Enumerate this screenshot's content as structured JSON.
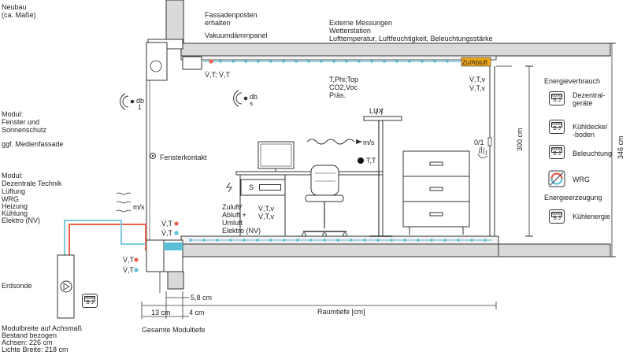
{
  "header": {
    "neubau": "Neubau",
    "neubau_sub": "(ca. Maße)",
    "fassadenposten_1": "Fassadenposten",
    "fassadenposten_2": "erhalten",
    "vakuum": "Vakuumdämmpanel",
    "externe_1": "Externe Messungen",
    "externe_2": "Wetterstation",
    "externe_3": "Lufttemperatur, Luftfeuchtigkeit, Beleuchtungsstärke"
  },
  "left": {
    "modul_fenster_1": "Modul:",
    "modul_fenster_2": "Fenster und",
    "modul_fenster_3": "Sonnenschutz",
    "medienfassade": "ggf. Medienfassade",
    "modul_tech_1": "Modul:",
    "modul_tech_2": "Dezentrale Technik",
    "modul_tech_3": "Lüftung",
    "modul_tech_4": "WRG",
    "modul_tech_5": "Heizung",
    "modul_tech_6": "Kühlung",
    "modul_tech_7": "Elektro (NV)",
    "erdsonde": "Erdsonde",
    "modulbreite_1": "Modulbreite auf Achsmaß",
    "modulbreite_2": "Bestand bezogen",
    "modulbreite_3": "Achsen: 226 cm",
    "modulbreite_4": "Lichte Breite: 218 cm"
  },
  "sensors": {
    "db1_a": "db",
    "db1_b": "1",
    "dbs_a": "db",
    "dbs_b": "s",
    "vt_ceiling": "V̇,T; V̇,T",
    "tphi_1": "T,Phi;Top",
    "tphi_2": "CO2,Voc",
    "tphi_3": "Präs.",
    "lux": "LUX",
    "ms_outside": "m/s",
    "ms_room": "m/s",
    "tt": "T,T",
    "fensterkontakt": "Fensterkontakt",
    "zu_abluft": "Zu/Abluft",
    "vtv_1": "V̇,T,v",
    "vtv_2": "V̇,T,v",
    "vtv_3": "V̇,T,v",
    "vtv_4": "V̇,T,v",
    "s_box": "S",
    "zuluft_1": "Zuluft/",
    "zuluft_2": "Abluft +",
    "zuluft_3": "Umluft",
    "zuluft_4": "Elektro (NV)",
    "vt_red_1": "V̇,T",
    "vt_blue_1": "V̇,T",
    "vt_red_2": "V̇,T",
    "vt_blue_2": "V̇,T",
    "switch": "0/1"
  },
  "energy": {
    "verbrauch_title": "Energieverbrauch",
    "dezentral_1": "Dezentral-",
    "dezentral_2": "geräte",
    "kuehldecke_1": "Kühldecke/",
    "kuehldecke_2": "-boden",
    "beleuchtung": "Beleuchtung",
    "wrg": "WRG",
    "erzeugung_title": "Energieerzeugung",
    "kuehlenergie": "Kühlenergie",
    "meter_top": "0000",
    "meter_bot": "S J"
  },
  "dimensions": {
    "d58": "5,8 cm",
    "d13": "13 cm",
    "d4": "4 cm",
    "raumtiefe": "Raumtiefe [cm]",
    "gesamte": "Gesamte Modultiefe",
    "h300": "300 cm",
    "h346": "346 cm"
  },
  "colors": {
    "red": "#e8604c",
    "blue": "#5bbfd6",
    "pipe_blue": "#7ecbe0",
    "orange": "#f2a81c",
    "slab": "#d9d9d9",
    "line": "#333333"
  }
}
